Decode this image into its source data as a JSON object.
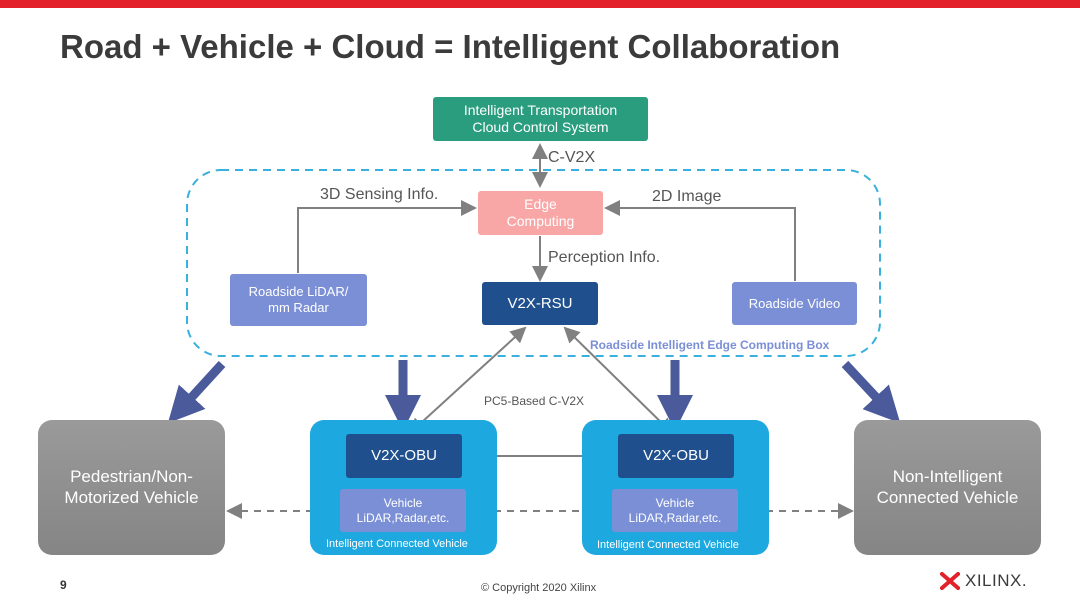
{
  "title": "Road + Vehicle + Cloud = Intelligent Collaboration",
  "nodes": {
    "cloud": "Intelligent Transportation\nCloud Control System",
    "edge": "Edge\nComputing",
    "lidar": "Roadside LiDAR/\nmm Radar",
    "rsu": "V2X-RSU",
    "video": "Roadside Video",
    "pedestrian": "Pedestrian/Non-\nMotorized Vehicle",
    "obu_left": "V2X-OBU",
    "obu_right": "V2X-OBU",
    "sensor_left": "Vehicle\nLiDAR,Radar,etc.",
    "sensor_right": "Vehicle\nLiDAR,Radar,etc.",
    "icv_left": "Intelligent Connected Vehicle",
    "icv_right": "Intelligent Connected Vehicle",
    "non_intelligent": "Non-Intelligent\nConnected Vehicle"
  },
  "labels": {
    "cv2x": "C-V2X",
    "sensing": "3D Sensing Info.",
    "image": "2D Image",
    "perception": "Perception Info.",
    "edge_box": "Roadside Intelligent Edge Computing Box",
    "pc5": "PC5-Based C-V2X"
  },
  "footer": {
    "page": "9",
    "copyright": "© Copyright 2020 Xilinx",
    "logo": "XILINX."
  },
  "colors": {
    "brand_red": "#e3212a",
    "cloud_teal": "#2a9d7f",
    "edge_pink": "#f9a6a6",
    "roadside_blue": "#7b8fd6",
    "rsu_navy": "#1f4f8c",
    "vehicle_cyan": "#1da8e0",
    "edge_box_border": "#3ab0dd",
    "grey_vehicle": "#8c8c8c"
  }
}
